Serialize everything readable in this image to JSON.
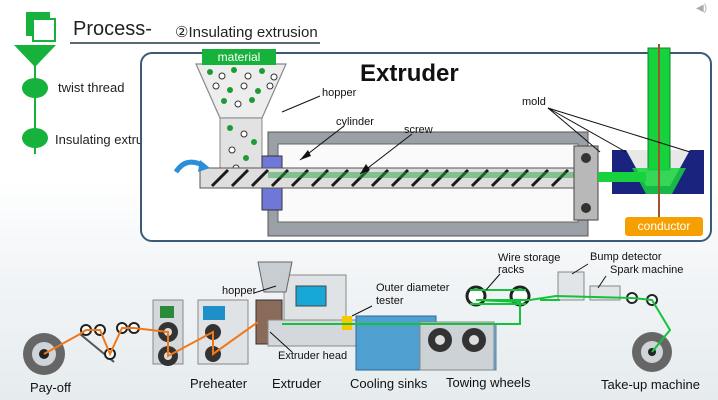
{
  "header": {
    "title": "Process-",
    "subtitle": "②Insulating extrusion"
  },
  "colors": {
    "accent": "#16b23c",
    "panel_border": "#3a5a78",
    "conductor": "#f5a000",
    "wire": "#f07818"
  },
  "steps": [
    {
      "label": "twist thread"
    },
    {
      "label": "Insulating extrusion"
    }
  ],
  "detail": {
    "title": "Extruder",
    "material": "material",
    "hopper": "hopper",
    "cylinder": "cylinder",
    "screw": "screw",
    "mold": "mold",
    "conductor": "conductor"
  },
  "line": {
    "stations": {
      "payoff": "Pay-off",
      "preheater": "Preheater",
      "extruder": "Extruder",
      "cooling": "Cooling sinks",
      "towing": "Towing wheels",
      "takeup": "Take-up machine"
    },
    "callouts": {
      "hopper": "hopper",
      "extruder_head": "Extruder head",
      "outer_diameter_1": "Outer diameter",
      "outer_diameter_2": "tester",
      "wire_storage_1": "Wire storage",
      "wire_storage_2": "racks",
      "bump_detector": "Bump detector",
      "spark_machine": "Spark machine"
    }
  }
}
